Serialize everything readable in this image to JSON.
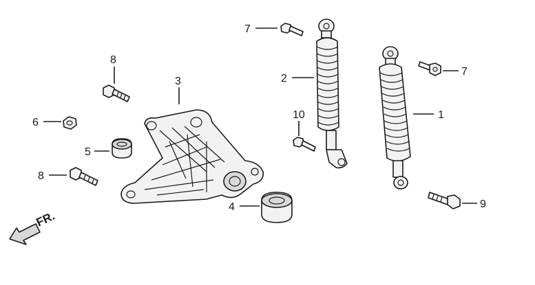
{
  "diagram": {
    "callouts": [
      {
        "id": "1",
        "part": "shock-absorber-right"
      },
      {
        "id": "2",
        "part": "shock-absorber-left"
      },
      {
        "id": "3",
        "part": "rear-fork-bracket"
      },
      {
        "id": "4",
        "part": "pivot-bushing-large"
      },
      {
        "id": "5",
        "part": "bushing-small"
      },
      {
        "id": "6",
        "part": "nut"
      },
      {
        "id": "7a",
        "label": "7",
        "part": "upper-bolt-left"
      },
      {
        "id": "7b",
        "label": "7",
        "part": "upper-bolt-right"
      },
      {
        "id": "8a",
        "label": "8",
        "part": "bolt-upper"
      },
      {
        "id": "8b",
        "label": "8",
        "part": "bolt-lower"
      },
      {
        "id": "9",
        "part": "lower-bolt-right"
      },
      {
        "id": "10",
        "part": "lower-bolt-left"
      }
    ],
    "labels": {
      "c1": "1",
      "c2": "2",
      "c3": "3",
      "c4": "4",
      "c5": "5",
      "c6": "6",
      "c7a": "7",
      "c7b": "7",
      "c8a": "8",
      "c8b": "8",
      "c9": "9",
      "c10": "10"
    },
    "direction_indicator": "FR.",
    "colors": {
      "line": "#1a1a1a",
      "fill": "#f2f2f2",
      "shade": "#d9d9d9",
      "background": "#ffffff"
    }
  }
}
